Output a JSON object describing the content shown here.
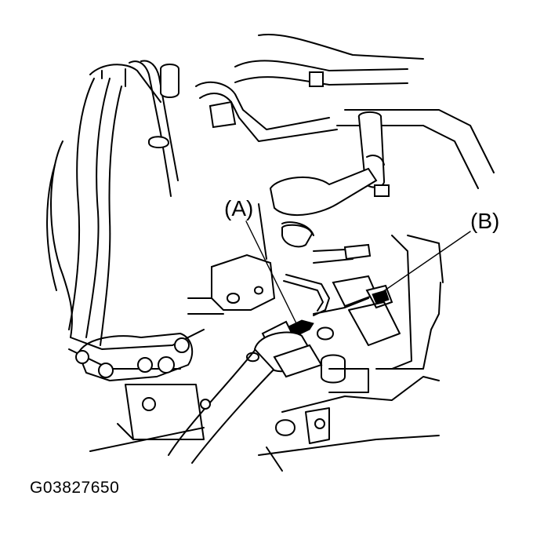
{
  "diagram": {
    "callouts": {
      "a": "(A)",
      "b": "(B)"
    },
    "figure_id": "G03827650"
  }
}
